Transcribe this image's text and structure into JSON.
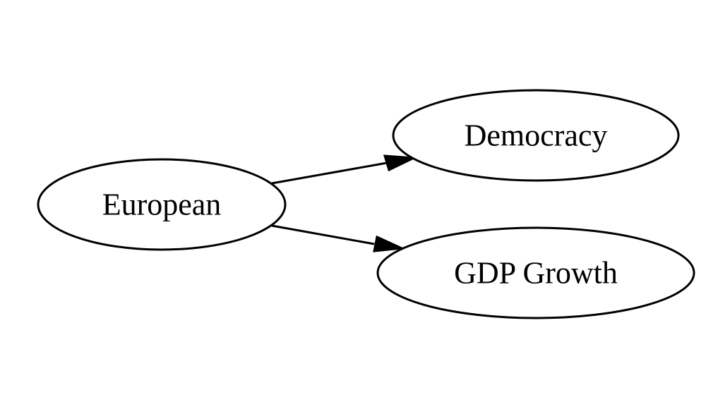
{
  "diagram": {
    "type": "directed-graph",
    "nodes": [
      {
        "id": "european",
        "label": "European"
      },
      {
        "id": "democracy",
        "label": "Democracy"
      },
      {
        "id": "gdp_growth",
        "label": "GDP Growth"
      }
    ],
    "edges": [
      {
        "from": "european",
        "to": "democracy"
      },
      {
        "from": "european",
        "to": "gdp_growth"
      }
    ],
    "colors": {
      "stroke": "#000000",
      "fill": "#ffffff",
      "text": "#000000"
    }
  }
}
